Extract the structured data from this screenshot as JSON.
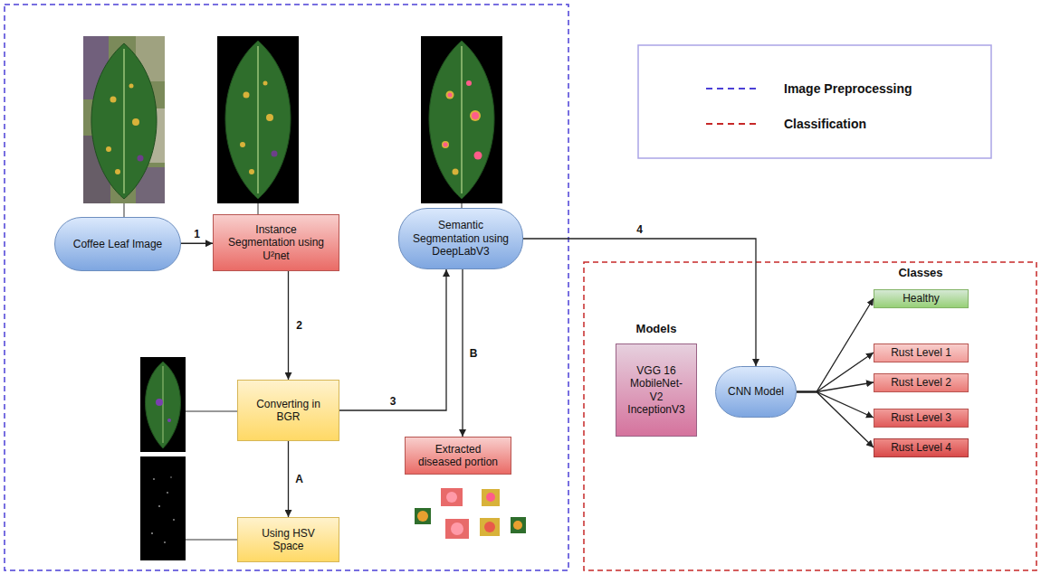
{
  "diagram": {
    "nodes": [
      {
        "text": [
          "Coffee Leaf Image"
        ]
      },
      {
        "text": [
          "Instance Segmentation using U²net"
        ]
      },
      {
        "text": [
          "Semantic Segmentation using DeepLabV3"
        ]
      },
      {
        "text": [
          "Converting in BGR"
        ]
      },
      {
        "text": [
          "Using HSV Space"
        ]
      },
      {
        "text": [
          "Extracted diseased portion"
        ]
      },
      {
        "text": [
          "Models",
          "VGG 16 MobileNet-V2 InceptionV3"
        ]
      },
      {
        "text": [
          "CNN Model"
        ]
      },
      {
        "text": [
          "Healthy"
        ]
      },
      {
        "text": [
          "Rust Level 1"
        ]
      },
      {
        "text": [
          "Rust Level 2"
        ]
      },
      {
        "text": [
          "Rust Level 3"
        ]
      },
      {
        "text": [
          "Rust Level 4"
        ]
      }
    ],
    "edges": [
      {
        "from": 0,
        "to": 1,
        "label": "1",
        "arrow": "to"
      },
      {
        "from": 1,
        "to": 3,
        "label": "2",
        "arrow": "to"
      },
      {
        "from": 3,
        "to": 2,
        "label": "3",
        "arrow": "to"
      },
      {
        "from": 3,
        "to": 4,
        "label": "A",
        "arrow": "to"
      },
      {
        "from": 2,
        "to": 5,
        "label": "B",
        "arrow": "to"
      },
      {
        "from": 2,
        "to": 7,
        "label": "4",
        "arrow": "to"
      },
      {
        "from": 7,
        "to": 8,
        "arrow": "to"
      },
      {
        "from": 7,
        "to": 9,
        "arrow": "to"
      },
      {
        "from": 7,
        "to": 10,
        "arrow": "to"
      },
      {
        "from": 7,
        "to": 11,
        "arrow": "to"
      },
      {
        "from": 7,
        "to": 12,
        "arrow": "to"
      }
    ],
    "labels": [
      "Classes"
    ],
    "legend": [
      {
        "text": "Image Preprocessing"
      },
      {
        "text": "Classification"
      }
    ]
  }
}
